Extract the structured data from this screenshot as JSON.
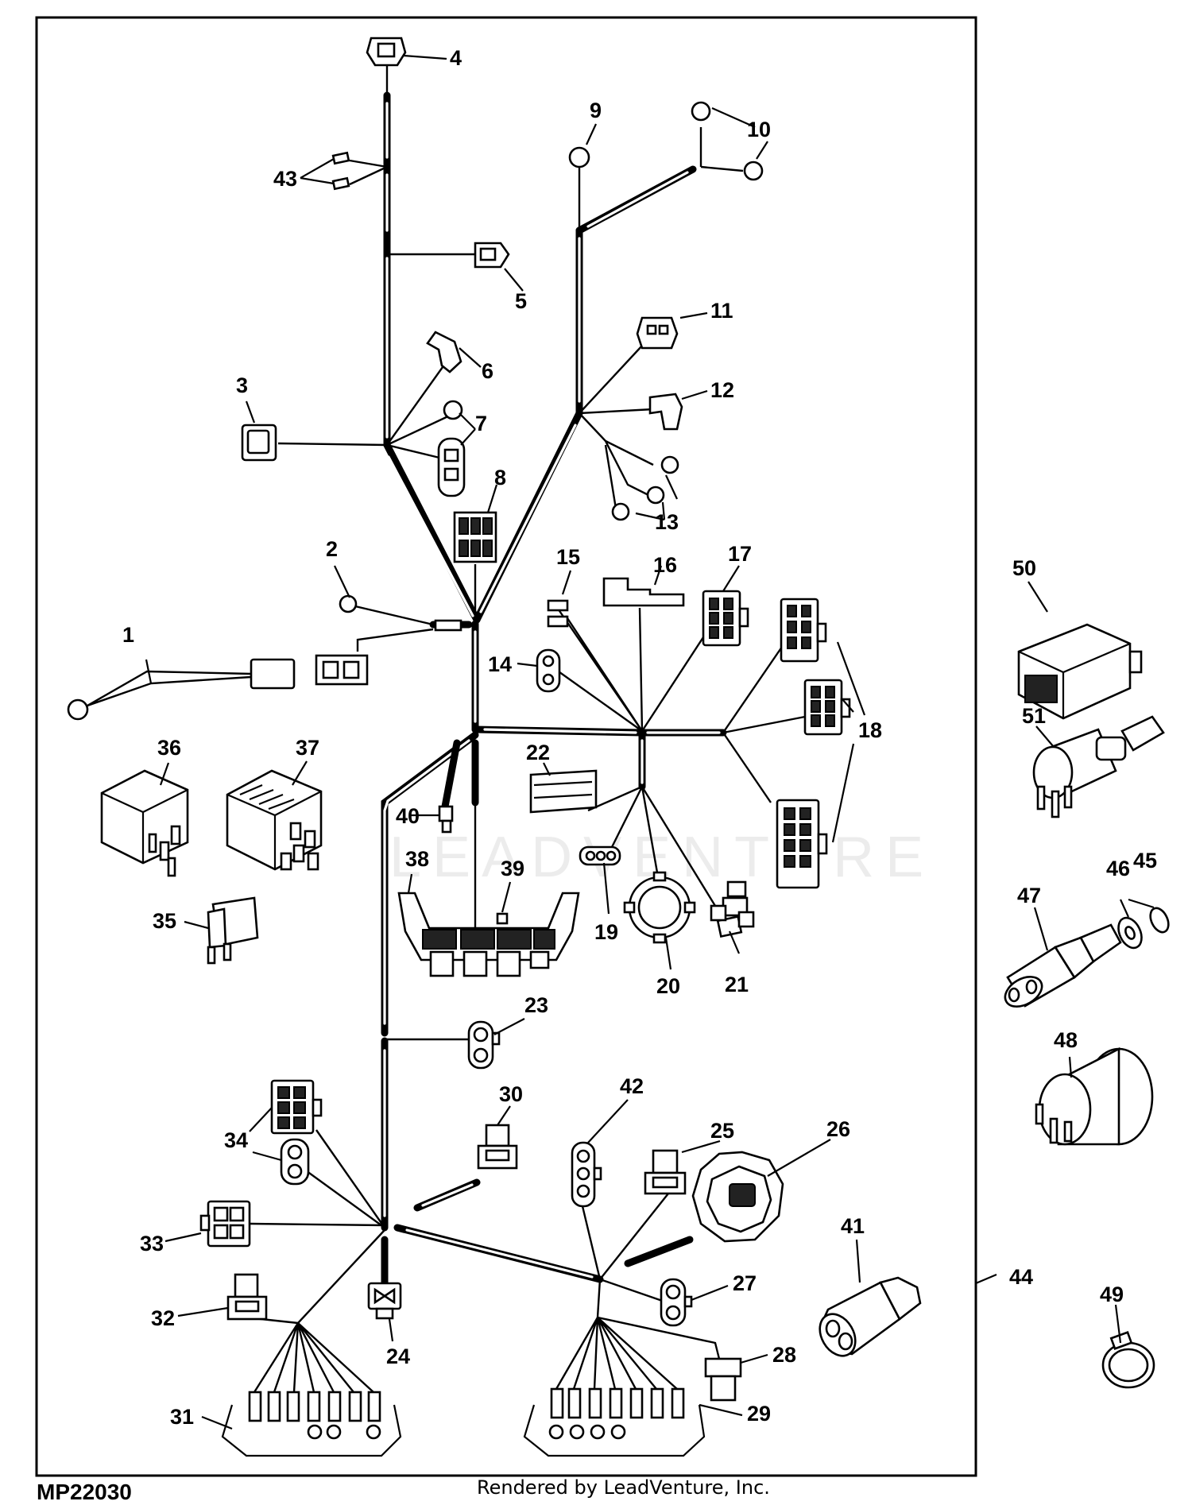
{
  "figure": {
    "drawing_id": "MP22030",
    "credit": "Rendered by LeadVenture, Inc.",
    "watermark": "LEADVENTURE"
  },
  "callouts": [
    {
      "id": "c1",
      "text": "1"
    },
    {
      "id": "c2",
      "text": "2"
    },
    {
      "id": "c3",
      "text": "3"
    },
    {
      "id": "c4",
      "text": "4"
    },
    {
      "id": "c5",
      "text": "5"
    },
    {
      "id": "c6",
      "text": "6"
    },
    {
      "id": "c7",
      "text": "7"
    },
    {
      "id": "c8",
      "text": "8"
    },
    {
      "id": "c9",
      "text": "9"
    },
    {
      "id": "c10",
      "text": "10"
    },
    {
      "id": "c11",
      "text": "11"
    },
    {
      "id": "c12",
      "text": "12"
    },
    {
      "id": "c13",
      "text": "13"
    },
    {
      "id": "c14",
      "text": "14"
    },
    {
      "id": "c15",
      "text": "15"
    },
    {
      "id": "c16",
      "text": "16"
    },
    {
      "id": "c17",
      "text": "17"
    },
    {
      "id": "c18",
      "text": "18"
    },
    {
      "id": "c19",
      "text": "19"
    },
    {
      "id": "c20",
      "text": "20"
    },
    {
      "id": "c21",
      "text": "21"
    },
    {
      "id": "c22",
      "text": "22"
    },
    {
      "id": "c23",
      "text": "23"
    },
    {
      "id": "c24",
      "text": "24"
    },
    {
      "id": "c25",
      "text": "25"
    },
    {
      "id": "c26",
      "text": "26"
    },
    {
      "id": "c27",
      "text": "27"
    },
    {
      "id": "c28",
      "text": "28"
    },
    {
      "id": "c29",
      "text": "29"
    },
    {
      "id": "c30",
      "text": "30"
    },
    {
      "id": "c31",
      "text": "31"
    },
    {
      "id": "c32",
      "text": "32"
    },
    {
      "id": "c33",
      "text": "33"
    },
    {
      "id": "c34",
      "text": "34"
    },
    {
      "id": "c35",
      "text": "35"
    },
    {
      "id": "c36",
      "text": "36"
    },
    {
      "id": "c37",
      "text": "37"
    },
    {
      "id": "c38",
      "text": "38"
    },
    {
      "id": "c39",
      "text": "39"
    },
    {
      "id": "c40",
      "text": "40"
    },
    {
      "id": "c41",
      "text": "41"
    },
    {
      "id": "c42",
      "text": "42"
    },
    {
      "id": "c43",
      "text": "43"
    },
    {
      "id": "c44",
      "text": "44"
    },
    {
      "id": "c45",
      "text": "45"
    },
    {
      "id": "c46",
      "text": "46"
    },
    {
      "id": "c47",
      "text": "47"
    },
    {
      "id": "c48",
      "text": "48"
    },
    {
      "id": "c49",
      "text": "49"
    },
    {
      "id": "c50",
      "text": "50"
    },
    {
      "id": "c51",
      "text": "51"
    }
  ]
}
